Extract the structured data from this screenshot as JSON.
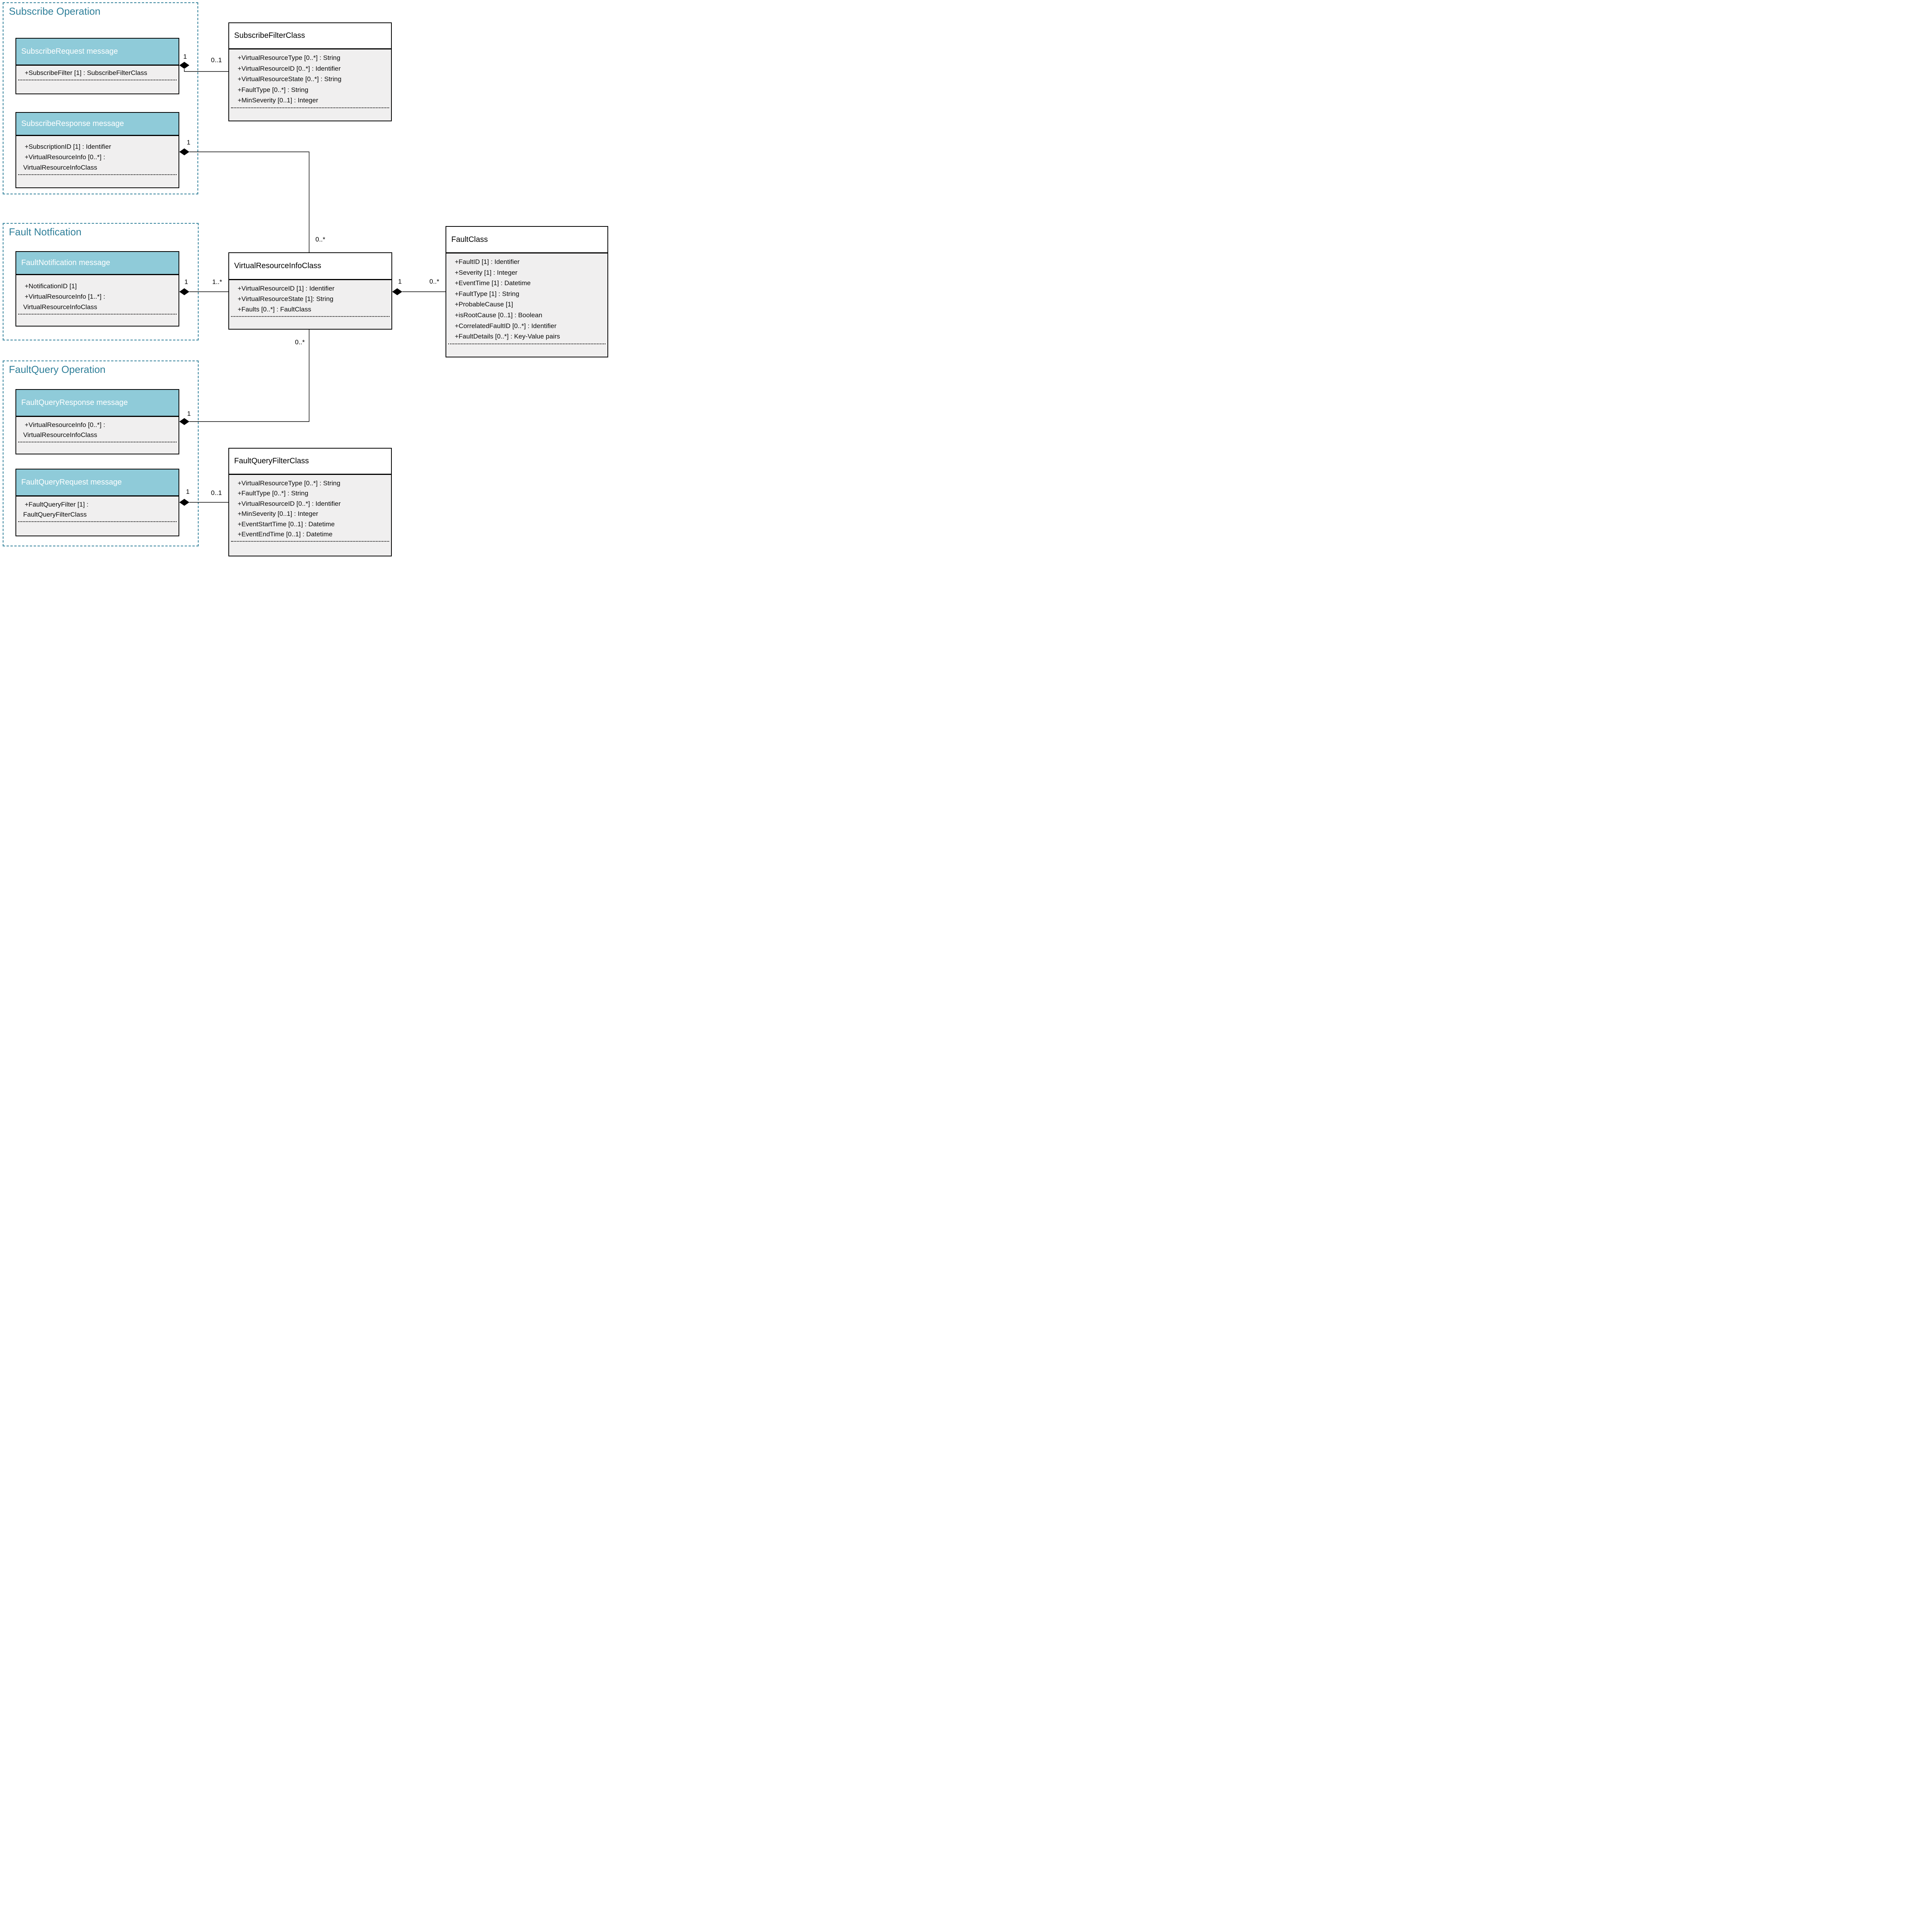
{
  "groups": {
    "subscribe": {
      "title": "Subscribe Operation"
    },
    "fault_notification": {
      "title": "Fault Notfication"
    },
    "fault_query": {
      "title": "FaultQuery Operation"
    }
  },
  "classes": {
    "subscribe_request": {
      "title": "SubscribeRequest message",
      "lines": [
        "+SubscribeFilter [1] : SubscribeFilterClass"
      ]
    },
    "subscribe_filter": {
      "title": "SubscribeFilterClass",
      "lines": [
        "+VirtualResourceType [0..*] : String",
        "+VirtualResourceID [0..*] : Identifier",
        "+VirtualResourceState [0..*] : String",
        "+FaultType [0..*] : String",
        "+MinSeverity [0..1] : Integer"
      ]
    },
    "subscribe_response": {
      "title": "SubscribeResponse message",
      "lines": [
        "+SubscriptionID [1] : Identifier",
        "+VirtualResourceInfo [0..*] :",
        "VirtualResourceInfoClass"
      ]
    },
    "fault_notification": {
      "title": "FaultNotification message",
      "lines": [
        "+NotificationID [1]",
        "+VirtualResourceInfo [1..*] :",
        "VirtualResourceInfoClass"
      ]
    },
    "virtual_resource_info": {
      "title": "VirtualResourceInfoClass",
      "lines": [
        "+VirtualResourceID [1] : Identifier",
        "+VirtualResourceState [1]: String",
        "+Faults [0..*] : FaultClass"
      ]
    },
    "fault_class": {
      "title": "FaultClass",
      "lines": [
        "+FaultID [1] : Identifier",
        "+Severity [1] : Integer",
        "+EventTime [1] : Datetime",
        "+FaultType [1] : String",
        "+ProbableCause [1]",
        "+isRootCause [0..1] : Boolean",
        "+CorrelatedFaultID [0..*] : Identifier",
        "+FaultDetails [0..*] : Key-Value pairs"
      ]
    },
    "fault_query_response": {
      "title": "FaultQueryResponse message",
      "lines": [
        "+VirtualResourceInfo [0..*] :",
        "VirtualResourceInfoClass"
      ]
    },
    "fault_query_request": {
      "title": "FaultQueryRequest message",
      "lines": [
        "+FaultQueryFilter [1] :",
        "FaultQueryFilterClass"
      ]
    },
    "fault_query_filter": {
      "title": "FaultQueryFilterClass",
      "lines": [
        "+VirtualResourceType [0..*] : String",
        "+FaultType [0..*] : String",
        "+VirtualResourceID [0..*] : Identifier",
        "+MinSeverity [0..1] : Integer",
        "+EventStartTime [0..1] : Datetime",
        "+EventEndTime [0..1] : Datetime"
      ]
    }
  },
  "multiplicities": {
    "subscribe_request_source": "1",
    "subscribe_filter_target": "0..1",
    "subscribe_response_source": "1",
    "subscribe_response_target": "0..*",
    "fault_notification_source": "1",
    "fault_notification_target": "1..*",
    "vri_fault_source": "1",
    "vri_fault_target": "0..*",
    "fault_query_response_target": "0..*",
    "fault_query_response_source": "1",
    "fault_query_request_source": "1",
    "fault_query_filter_target": "0..1"
  },
  "colors": {
    "accent_teal": "#2F7F99",
    "message_header_fill": "#8FCBD9",
    "class_body_fill": "#F0EFEF",
    "line_color": "#000000"
  }
}
